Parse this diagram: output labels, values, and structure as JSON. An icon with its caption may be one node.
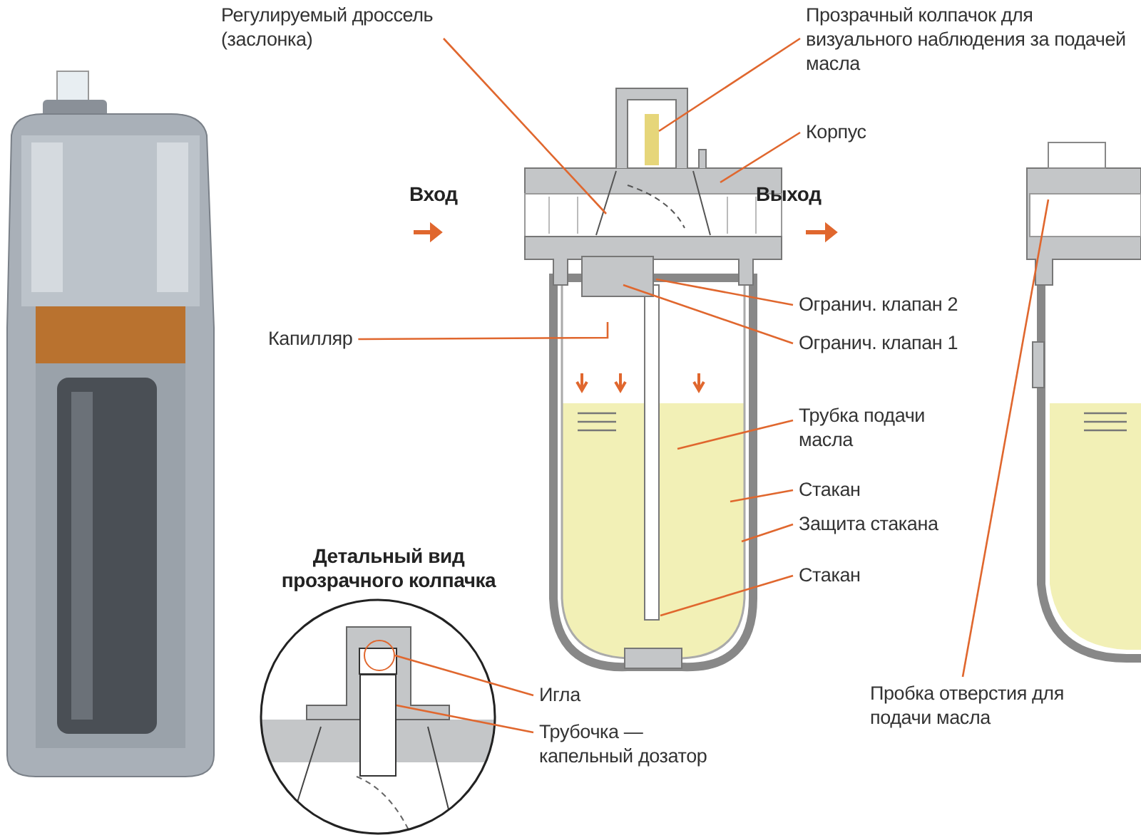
{
  "diagram": {
    "nodes": [
      {
        "text": [
          "Регулируемый дроссель (заслонка)"
        ]
      },
      {
        "text": [
          "Прозрачный колпачок для визуального наблюдения за подачей масла"
        ]
      },
      {
        "text": [
          "Корпус"
        ]
      },
      {
        "text": [
          "Капилляр"
        ]
      },
      {
        "text": [
          "Огранич. клапан 2"
        ]
      },
      {
        "text": [
          "Огранич. клапан 1"
        ]
      },
      {
        "text": [
          "Трубка подачи масла"
        ]
      },
      {
        "text": [
          "Стакан"
        ]
      },
      {
        "text": [
          "Защита стакана"
        ]
      },
      {
        "text": [
          "Стакан"
        ]
      },
      {
        "text": [
          "Игла"
        ]
      },
      {
        "text": [
          "Трубочка — капельный дозатор"
        ]
      },
      {
        "text": [
          "Пробка отверстия для подачи масла"
        ]
      },
      {
        "text": [],
        "shape": "circle"
      },
      {
        "text": [],
        "shape": "box"
      }
    ],
    "edges": [
      {
        "from": 0,
        "to": null,
        "arrow": "none"
      },
      {
        "from": 1,
        "to": null,
        "arrow": "none"
      },
      {
        "from": 2,
        "to": null,
        "arrow": "none"
      },
      {
        "from": 3,
        "to": null,
        "arrow": "none"
      },
      {
        "from": 4,
        "to": null,
        "arrow": "none"
      },
      {
        "from": 5,
        "to": null,
        "arrow": "none"
      },
      {
        "from": 6,
        "to": null,
        "arrow": "none"
      },
      {
        "from": 7,
        "to": null,
        "arrow": "none"
      },
      {
        "from": 8,
        "to": null,
        "arrow": "none"
      },
      {
        "from": 9,
        "to": null,
        "arrow": "none"
      },
      {
        "from": 10,
        "to": 13,
        "arrow": "none"
      },
      {
        "from": 11,
        "to": 14,
        "arrow": "none"
      },
      {
        "from": 12,
        "to": null,
        "arrow": "none"
      }
    ],
    "labels": [
      "Вход",
      "Выход",
      "Детальный вид прозрачного колпачка"
    ]
  }
}
